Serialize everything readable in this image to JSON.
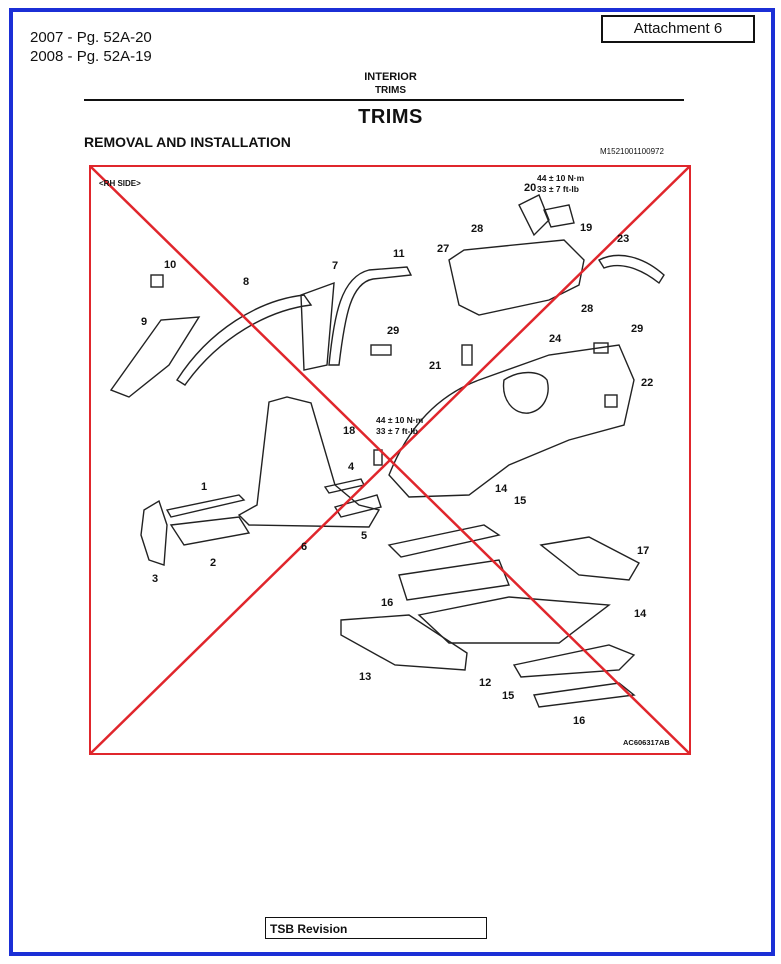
{
  "header": {
    "page_refs": [
      "2007 - Pg. 52A-20",
      "2008 - Pg. 52A-19"
    ],
    "attachment": "Attachment 6"
  },
  "section": {
    "line1": "INTERIOR",
    "line2": "TRIMS"
  },
  "title": "TRIMS",
  "subtitle": "REMOVAL AND INSTALLATION",
  "doc_code": "M1521001100972",
  "diagram": {
    "side_label": "<RH SIDE>",
    "figure_code": "AC606317AB",
    "torque_spec_top": {
      "line1": "44 ± 10 N·m",
      "line2": "33 ± 7 ft-lb"
    },
    "torque_spec_mid": {
      "line1": "44 ± 10 N·m",
      "line2": "33 ± 7 ft-lb"
    },
    "part_numbers": [
      "1",
      "2",
      "3",
      "4",
      "5",
      "6",
      "7",
      "8",
      "9",
      "10",
      "11",
      "12",
      "13",
      "14",
      "14",
      "15",
      "15",
      "16",
      "16",
      "17",
      "18",
      "19",
      "20",
      "21",
      "22",
      "23",
      "24",
      "27",
      "28",
      "28",
      "29",
      "29"
    ],
    "cross_color": "#e0262c"
  },
  "footer": {
    "tsb_label": "TSB Revision"
  },
  "colors": {
    "frame_border": "#1b2fd6",
    "cross": "#e0262c"
  }
}
